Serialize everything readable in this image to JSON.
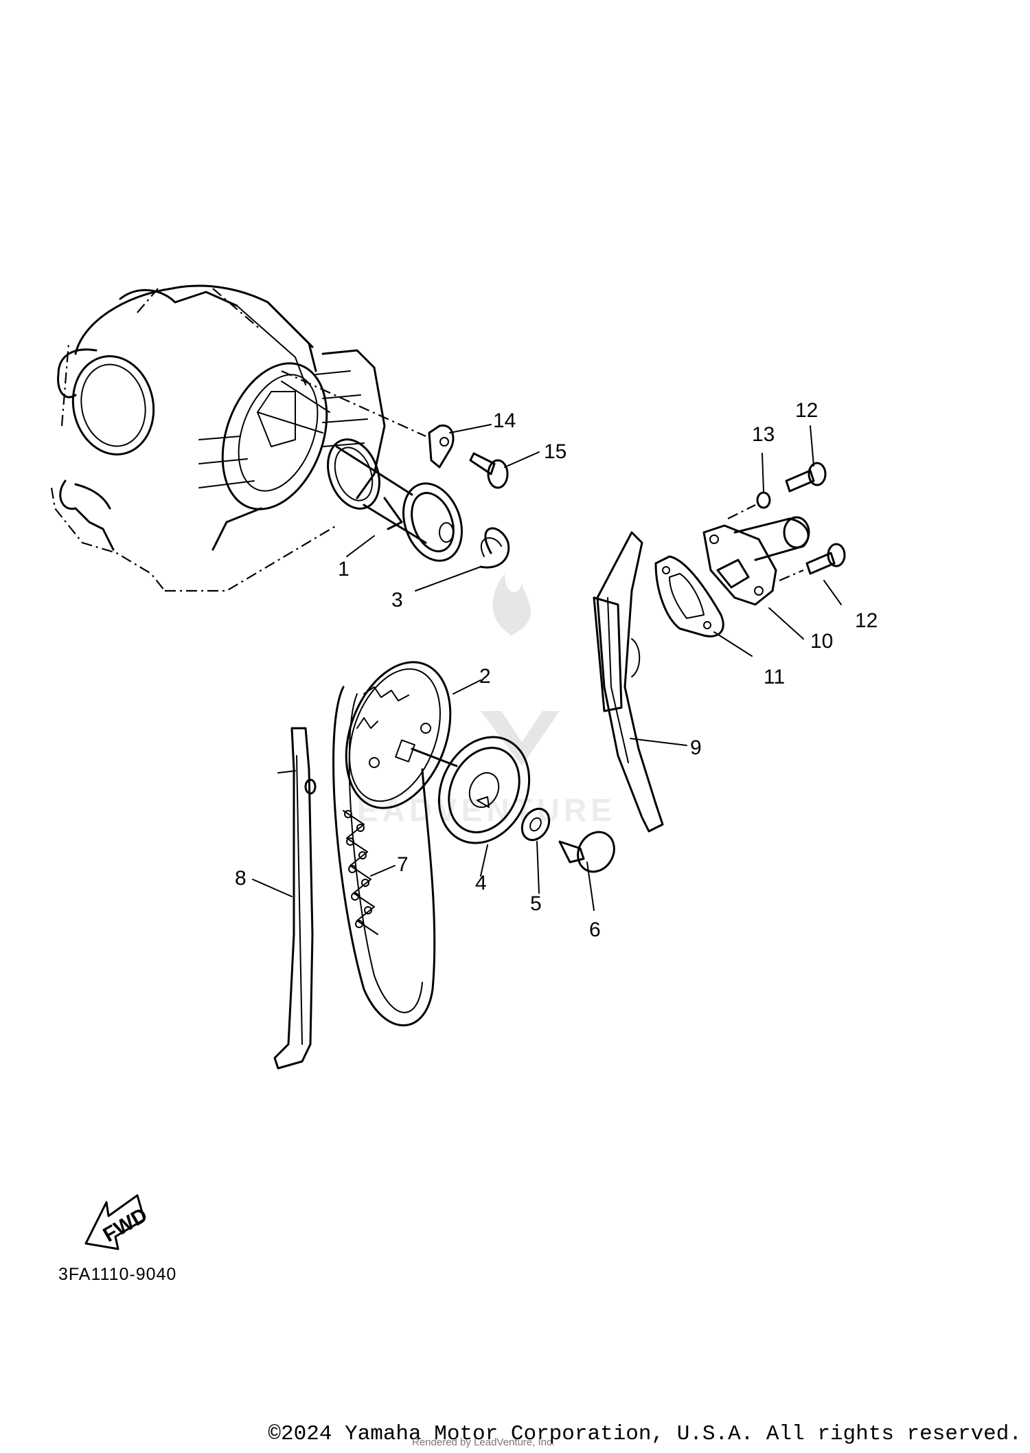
{
  "diagram": {
    "part_labels": [
      "1",
      "2",
      "3",
      "4",
      "5",
      "6",
      "7",
      "8",
      "9",
      "10",
      "11",
      "12",
      "12",
      "13",
      "14",
      "15"
    ],
    "fwd_label": "FWD",
    "drawing_code": "3FA1110-9040"
  },
  "footer": {
    "copyright": "©2024 Yamaha Motor Corporation, U.S.A. All rights reserved.",
    "rendered_by": "Rendered by LeadVenture, Inc."
  }
}
